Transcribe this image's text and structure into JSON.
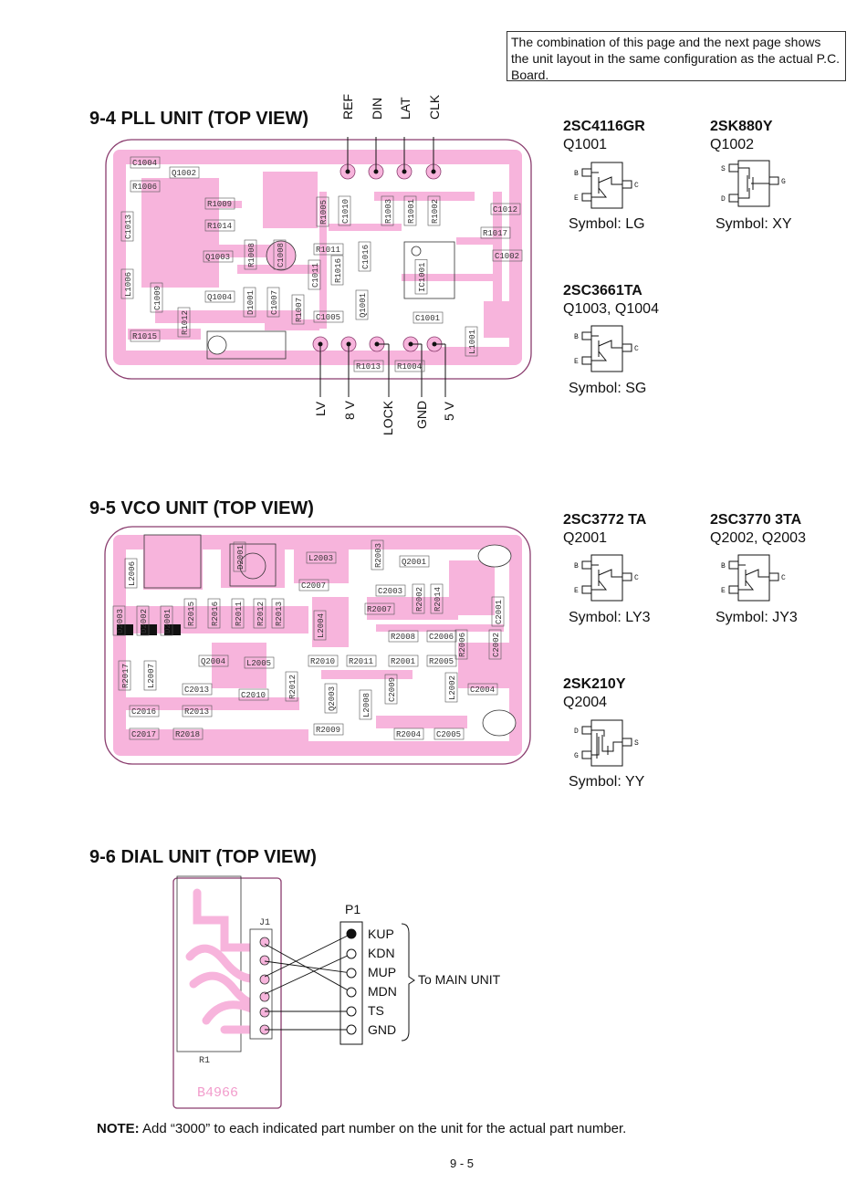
{
  "top_note": "The combination of this page and the next page shows the unit layout in the same configuration as the actual P.C. Board.",
  "sections": {
    "pll": {
      "title": "9-4 PLL UNIT (TOP VIEW)",
      "top_pins": [
        "REF",
        "DIN",
        "LAT",
        "CLK"
      ],
      "bottom_pins": [
        "LV",
        "8 V",
        "LOCK",
        "GND",
        "5 V"
      ],
      "components": [
        "C1004",
        "Q1002",
        "R1006",
        "R1009",
        "R1014",
        "C1013",
        "Q1003",
        "R1008",
        "C1008",
        "R1005",
        "C1010",
        "R1003",
        "R1001",
        "R1002",
        "C1012",
        "R1017",
        "C1002",
        "R1011",
        "R1016",
        "C1016",
        "C1011",
        "IC1001",
        "L1006",
        "C1009",
        "Q1004",
        "D1001",
        "C1007",
        "R1007",
        "C1005",
        "Q1001",
        "R1012",
        "C1001",
        "R1015",
        "L1001",
        "R1013",
        "R1004"
      ]
    },
    "vco": {
      "title": "9-5 VCO UNIT (TOP VIEW)",
      "components": [
        "L2006",
        "D2001",
        "L2003",
        "R2003",
        "Q2001",
        "C2007",
        "C2003",
        "C2001",
        "R2007",
        "R2002",
        "R2014",
        "R2015",
        "R2016",
        "R2011",
        "R2012",
        "R2013",
        "D2003",
        "D2002",
        "D2001",
        "L2004",
        "R2008",
        "C2006",
        "R2006",
        "C2002",
        "Q2004",
        "L2005",
        "R2010",
        "R2011",
        "R2001",
        "R2005",
        "R2017",
        "L2007",
        "C2013",
        "C2010",
        "R2012",
        "Q2003",
        "L2008",
        "C2009",
        "L2002",
        "C2004",
        "C2016",
        "R2013",
        "C2017",
        "R2018",
        "R2009",
        "R2004",
        "C2005"
      ]
    },
    "dial": {
      "title": "9-6 DIAL UNIT (TOP VIEW)",
      "connector": "P1",
      "jack": "J1",
      "pins": [
        "KUP",
        "KDN",
        "MUP",
        "MDN",
        "TS",
        "GND"
      ],
      "to_label": "To MAIN UNIT",
      "resistor": "R1",
      "board_code": "B4966"
    }
  },
  "transistors": [
    {
      "part": "2SC4116GR",
      "ref": "Q1001",
      "symbol": "Symbol: LG",
      "pins": [
        "B",
        "E",
        "C"
      ],
      "type": "npn"
    },
    {
      "part": "2SK880Y",
      "ref": "Q1002",
      "symbol": "Symbol: XY",
      "pins": [
        "S",
        "D",
        "G"
      ],
      "type": "fet"
    },
    {
      "part": "2SC3661TA",
      "ref": "Q1003, Q1004",
      "symbol": "Symbol: SG",
      "pins": [
        "B",
        "E",
        "C"
      ],
      "type": "npn"
    },
    {
      "part": "2SC3772 TA",
      "ref": "Q2001",
      "symbol": "Symbol: LY3",
      "pins": [
        "B",
        "E",
        "C"
      ],
      "type": "npn"
    },
    {
      "part": "2SC3770 3TA",
      "ref": "Q2002, Q2003",
      "symbol": "Symbol: JY3",
      "pins": [
        "B",
        "E",
        "C"
      ],
      "type": "npn"
    },
    {
      "part": "2SK210Y",
      "ref": "Q2004",
      "symbol": "Symbol: YY",
      "pins": [
        "D",
        "G",
        "S"
      ],
      "type": "fet2"
    }
  ],
  "bottom_note": {
    "label": "NOTE:",
    "text": " Add “3000” to each indicated part number on the unit for the actual part number."
  },
  "page_number": "9 - 5",
  "colors": {
    "board": "#f7b4dc",
    "outline": "#8a3c6e",
    "ink": "#111111"
  }
}
